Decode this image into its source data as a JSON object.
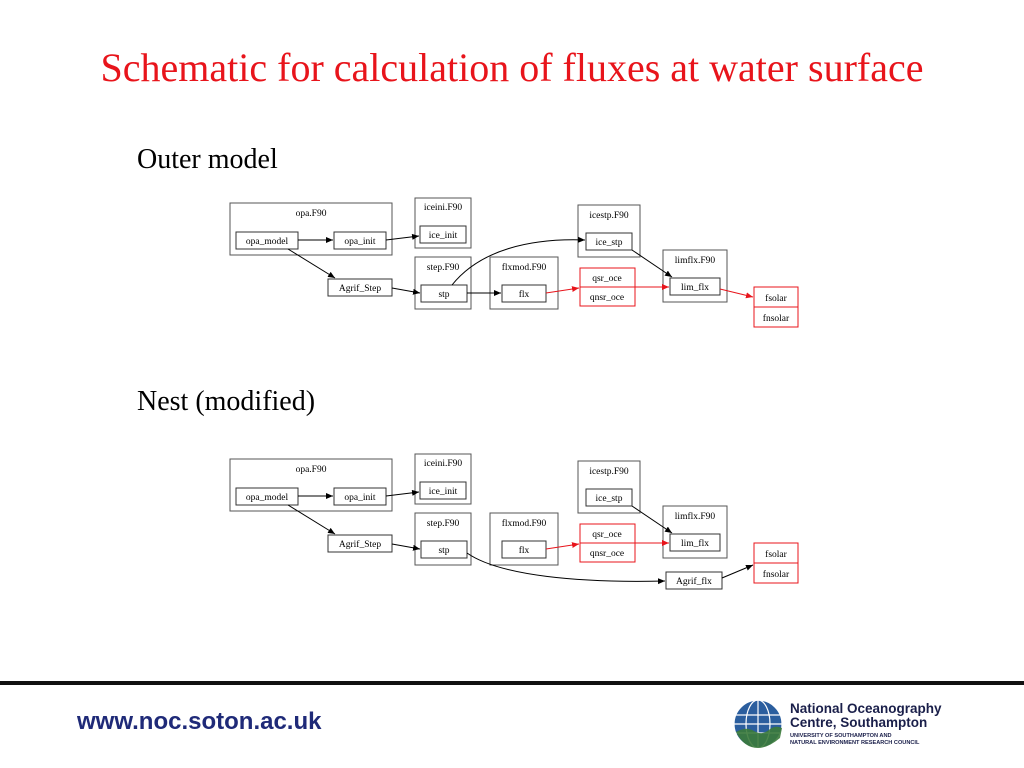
{
  "title": "Schematic for calculation of fluxes at water surface",
  "outer_label": "Outer model",
  "nest_label": "Nest (modified)",
  "outer": {
    "opa_group": "opa.F90",
    "opa_model": "opa_model",
    "opa_init": "opa_init",
    "iceini_group": "iceini.F90",
    "ice_init": "ice_init",
    "agrif_step": "Agrif_Step",
    "step_group": "step.F90",
    "stp": "stp",
    "flxmod_group": "flxmod.F90",
    "flx": "flx",
    "qsr_oce": "qsr_oce",
    "qnsr_oce": "qnsr_oce",
    "icestp_group": "icestp.F90",
    "ice_stp": "ice_stp",
    "limflx_group": "limflx.F90",
    "lim_flx": "lim_flx",
    "fsolar": "fsolar",
    "fnsolar": "fnsolar"
  },
  "nest": {
    "opa_group": "opa.F90",
    "opa_model": "opa_model",
    "opa_init": "opa_init",
    "iceini_group": "iceini.F90",
    "ice_init": "ice_init",
    "agrif_step": "Agrif_Step",
    "step_group": "step.F90",
    "stp": "stp",
    "flxmod_group": "flxmod.F90",
    "flx": "flx",
    "qsr_oce": "qsr_oce",
    "qnsr_oce": "qnsr_oce",
    "icestp_group": "icestp.F90",
    "ice_stp": "ice_stp",
    "limflx_group": "limflx.F90",
    "lim_flx": "lim_flx",
    "agrif_flx": "Agrif_flx",
    "fsolar": "fsolar",
    "fnsolar": "fnsolar"
  },
  "footer": {
    "url": "www.noc.soton.ac.uk",
    "logo_line1": "National Oceanography",
    "logo_line2": "Centre, Southampton",
    "logo_line3": "UNIVERSITY OF SOUTHAMPTON AND",
    "logo_line4": "NATURAL ENVIRONMENT RESEARCH COUNCIL"
  },
  "colors": {
    "title": "#e8141b",
    "highlight": "#e8141b",
    "footer_text": "#1f2a78"
  },
  "icons": [
    "noc-globe-logo-icon"
  ]
}
